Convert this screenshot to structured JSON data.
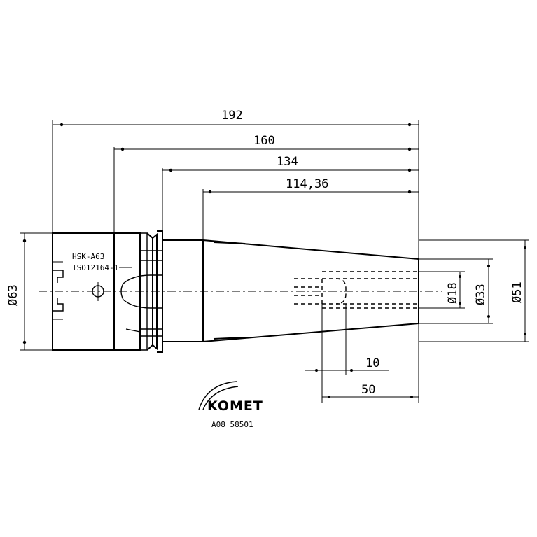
{
  "drawing": {
    "dimensions": {
      "overall_length": "192",
      "length_160": "160",
      "length_134": "134",
      "length_114": "114,36",
      "diameter_63": "Ø63",
      "diameter_18": "Ø18",
      "diameter_33": "Ø33",
      "diameter_51": "Ø51",
      "length_10": "10",
      "length_50": "50"
    },
    "labels": {
      "interface": "HSK-A63",
      "standard": "ISO12164-1",
      "part_number": "A08 58501"
    },
    "logo": {
      "brand": "KOMET"
    }
  }
}
